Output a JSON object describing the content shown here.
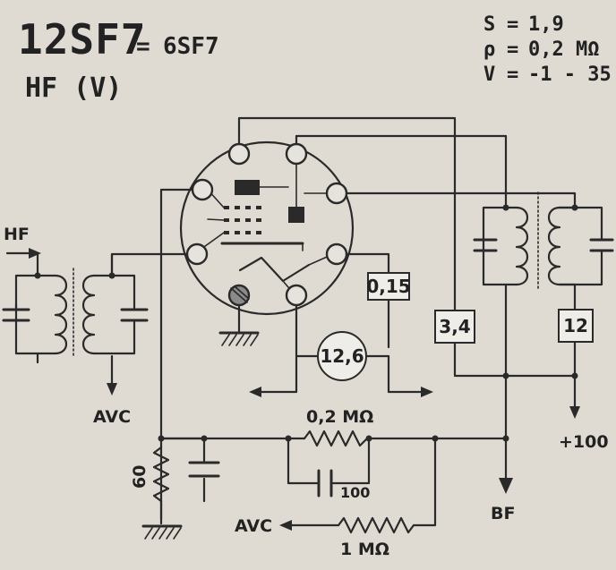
{
  "title": {
    "tube": "12SF7",
    "equiv_sign": "=",
    "equiv": "6SF7",
    "mode": "HF (V)"
  },
  "parameters": [
    {
      "symbol": "S",
      "eq": "=",
      "value": "1,9"
    },
    {
      "symbol": "ρ",
      "eq": "=",
      "value": "0,2 MΩ"
    },
    {
      "symbol": "V",
      "eq": "=",
      "value": "-1 - 35"
    }
  ],
  "labels": {
    "hf_input": "HF",
    "avc_left": "AVC",
    "avc_bottom": "AVC",
    "bf_output": "BF",
    "supply": "+100",
    "r_cathode": "60",
    "r_top": "0,2 MΩ",
    "r_bottom": "1 MΩ",
    "cap": "100",
    "heater_voltage": "12,6"
  },
  "boxes": {
    "screen_current": "0,15",
    "anode_current_left": "3,4",
    "anode_current_right": "12"
  }
}
